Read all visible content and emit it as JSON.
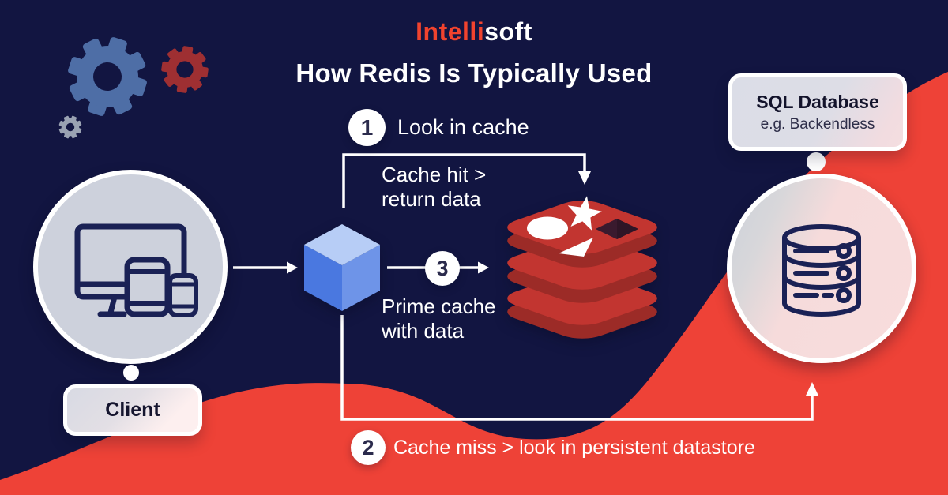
{
  "header": {
    "logo": {
      "part1": "Intelli",
      "part2": "soft"
    },
    "title": "How Redis Is Typically Used"
  },
  "steps": {
    "step1": {
      "number": "1",
      "label": "Look in cache"
    },
    "step2": {
      "number": "2",
      "label": "Cache miss > look in persistent datastore"
    },
    "step3": {
      "number": "3",
      "label_line1": "Prime cache",
      "label_line2": "with data"
    }
  },
  "annotations": {
    "cache_hit": {
      "line1": "Cache hit >",
      "line2": "return data"
    }
  },
  "nodes": {
    "client": {
      "label": "Client"
    },
    "cache_cube": {
      "icon": "cube-icon"
    },
    "redis": {
      "icon": "redis-logo"
    },
    "database": {
      "title": "SQL Database",
      "subtitle": "e.g. Backendless"
    }
  },
  "colors": {
    "background_navy": "#121541",
    "accent_red": "#ee4237",
    "redis_red": "#c23530",
    "redis_dark_red": "#9c2b27",
    "cube_top": "#b7cdf6",
    "cube_left": "#4a78e0",
    "cube_right": "#6e94e8",
    "gear_blue": "#4e6ea6",
    "gear_red": "#9e2f32",
    "gear_gray": "#9aa2b2",
    "client_circle_fill": "#cdd1dc",
    "database_circle_fill": "#f8dddd",
    "line_white": "#ffffff",
    "icon_stroke_navy": "#1a2155"
  }
}
